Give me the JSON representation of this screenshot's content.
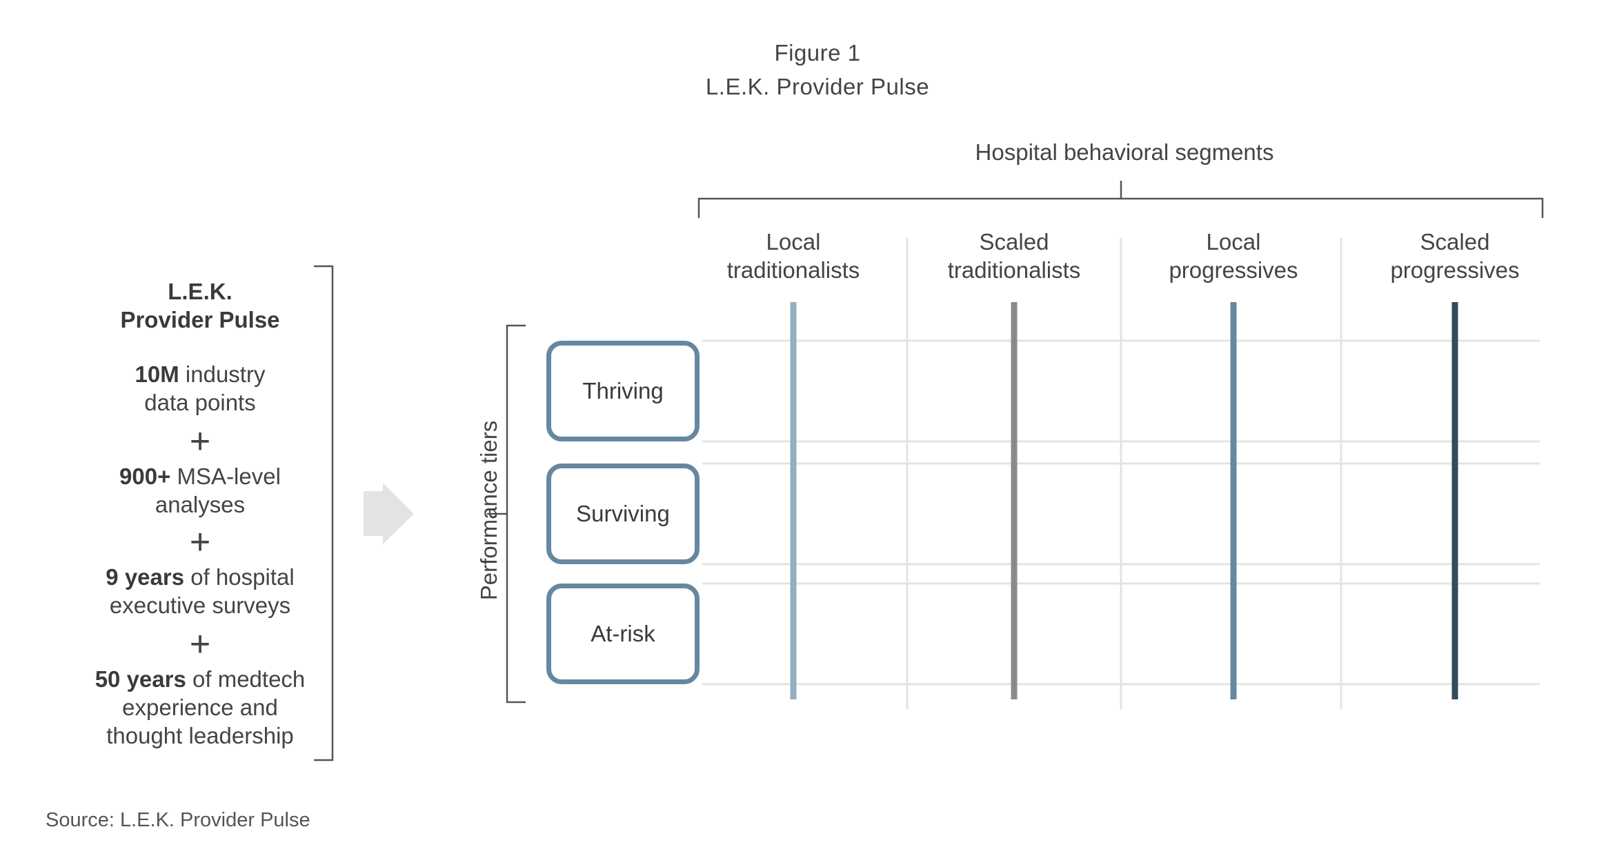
{
  "figure": {
    "number": "Figure 1",
    "title": "L.E.K. Provider Pulse"
  },
  "left_panel": {
    "heading_line1": "L.E.K.",
    "heading_line2": "Provider Pulse",
    "items": [
      {
        "bold": "10M",
        "rest_line1": " industry",
        "line2": "data points"
      },
      {
        "bold": "900+",
        "rest_line1": " MSA-level",
        "line2": "analyses"
      },
      {
        "bold": "9 years",
        "rest_line1": " of hospital",
        "line2": "executive surveys"
      },
      {
        "bold": "50 years",
        "rest_line1": " of medtech",
        "line2": "experience and",
        "line3": "thought leadership"
      }
    ],
    "plus": "+"
  },
  "segments_title": "Hospital behavioral segments",
  "columns": [
    {
      "line1": "Local",
      "line2": "traditionalists",
      "color": "#93afc0"
    },
    {
      "line1": "Scaled",
      "line2": "traditionalists",
      "color": "#8a8a8a"
    },
    {
      "line1": "Local",
      "line2": "progressives",
      "color": "#66889f"
    },
    {
      "line1": "Scaled",
      "line2": "progressives",
      "color": "#334b5a"
    }
  ],
  "tiers_label": "Performance tiers",
  "tiers": [
    "Thriving",
    "Surviving",
    "At-risk"
  ],
  "source": "Source: L.E.K. Provider Pulse",
  "colors": {
    "tier_border": "#66889f",
    "grid": "#e3e3e3",
    "arrow": "#e3e3e3",
    "bracket": "#555555"
  }
}
